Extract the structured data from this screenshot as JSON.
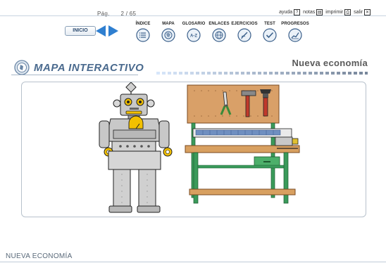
{
  "header": {
    "page_label": "Pág.",
    "page_current": "2",
    "page_sep": "/",
    "page_total": "65",
    "tools": [
      {
        "label": "ayuda",
        "glyph": "?"
      },
      {
        "label": "notas",
        "glyph": "▤"
      },
      {
        "label": "imprimir",
        "glyph": "⎙"
      },
      {
        "label": "salir",
        "glyph": "✕"
      }
    ],
    "inicio_label": "INICIO",
    "menu": [
      {
        "label": "ÍNDICE",
        "icon": "list-icon"
      },
      {
        "label": "MAPA",
        "icon": "map-icon"
      },
      {
        "label": "GLOSARIO",
        "icon": "az-icon"
      },
      {
        "label": "ENLACES",
        "icon": "link-icon"
      },
      {
        "label": "EJERCICIOS",
        "icon": "exercise-icon"
      },
      {
        "label": "TEST",
        "icon": "check-icon"
      },
      {
        "label": "PROGRESOS",
        "icon": "progress-icon"
      }
    ]
  },
  "title": {
    "mapa": "MAPA INTERACTIVO",
    "section": "Nueva economía"
  },
  "footer": {
    "title": "NUEVA ECONOMÍA"
  },
  "colors": {
    "accent_blue": "#2f7fd0",
    "title_blue": "#4a6a8e",
    "robot_gray": "#c8c8c8",
    "robot_yellow": "#f2c000",
    "pegboard": "#d9a068",
    "bench_green": "#3a9a5a",
    "bench_wood": "#d8a060"
  }
}
